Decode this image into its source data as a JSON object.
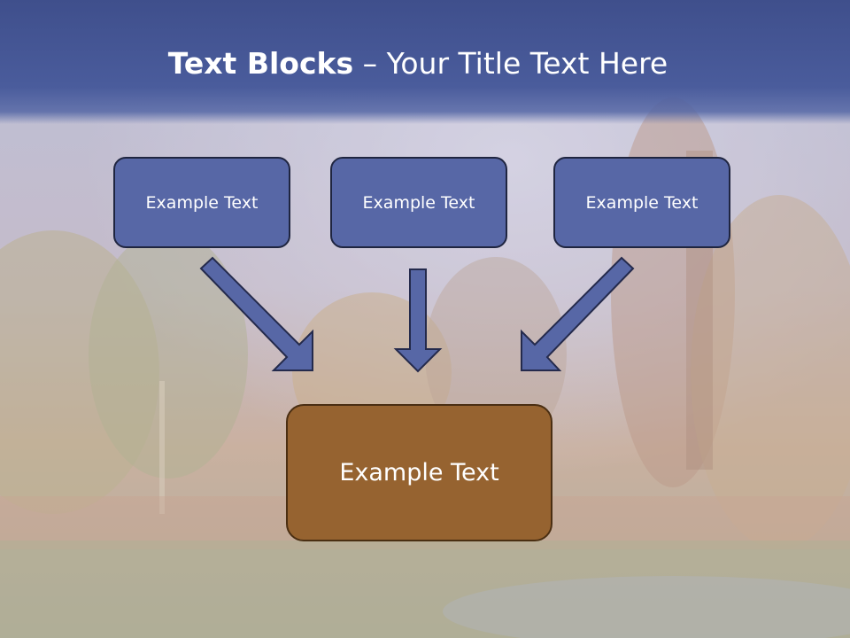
{
  "title": {
    "bold": "Text Blocks",
    "rest": " – Your Title Text Here"
  },
  "boxes": {
    "left": "Example Text",
    "center": "Example Text",
    "right": "Example Text",
    "bottom": "Example Text"
  },
  "colors": {
    "title_band": "#4a5c9c",
    "top_box_fill": "#5767a6",
    "bottom_box_fill": "#966330",
    "arrow_fill": "#5767a6"
  }
}
